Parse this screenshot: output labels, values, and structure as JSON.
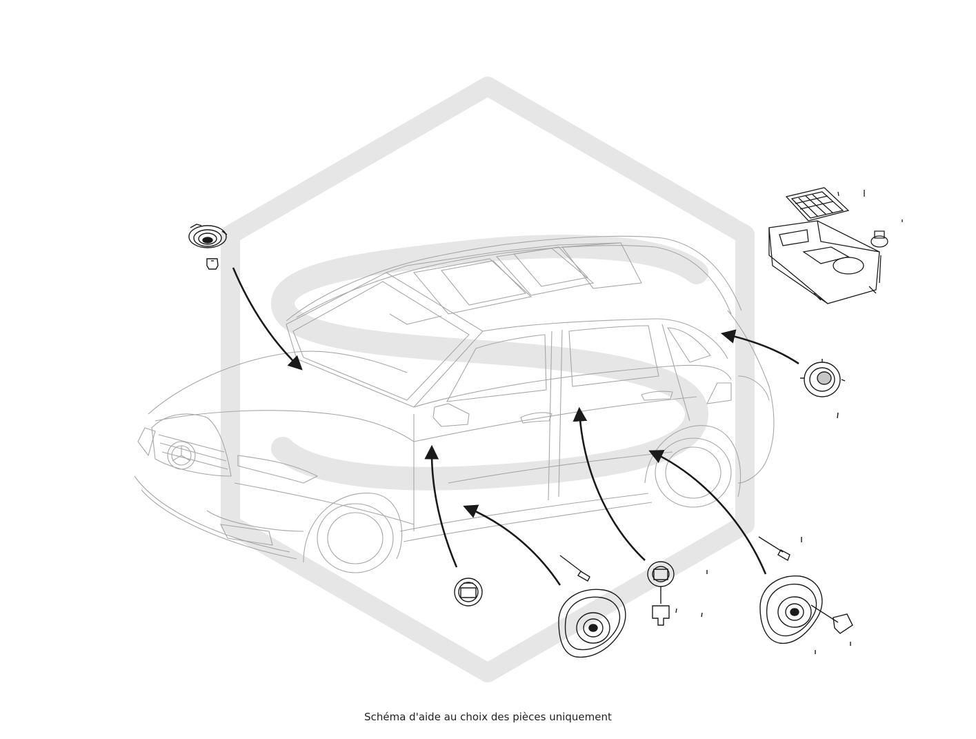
{
  "caption": "Schéma d'aide au choix des pièces uniquement",
  "colors": {
    "line": "#1a1a1a",
    "car_line": "#9a9a9a",
    "watermark": "#e4e4e4",
    "background": "#ffffff"
  },
  "icons": {
    "watermark": "hexagon-s-logo-watermark",
    "vehicle": "car-outline",
    "parts": [
      "tweeter-speaker",
      "amplifier-module",
      "rear-speaker-round",
      "front-door-tweeter",
      "front-door-woofer",
      "rear-door-tweeter",
      "rear-door-woofer"
    ]
  }
}
